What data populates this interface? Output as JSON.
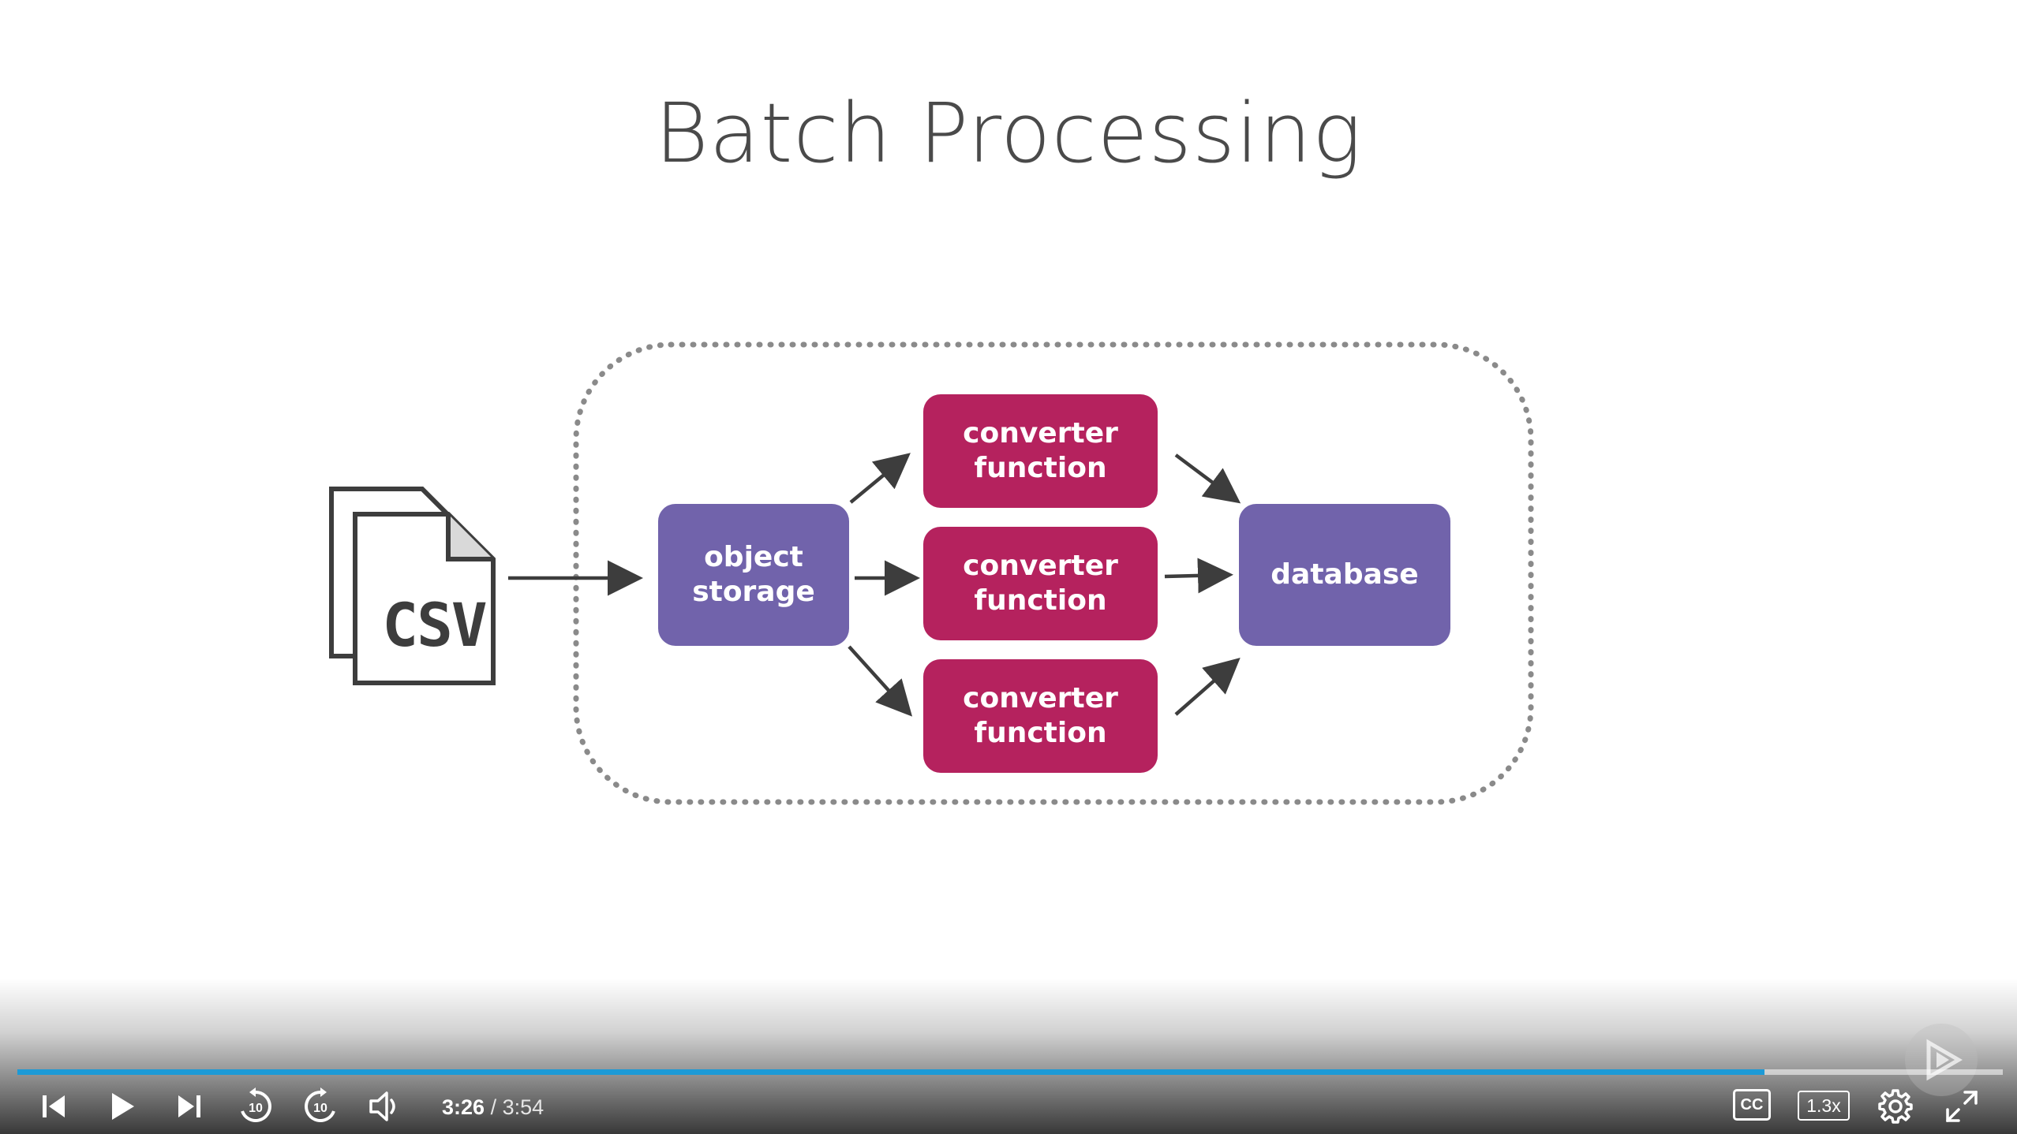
{
  "slide": {
    "title": "Batch Processing"
  },
  "diagram": {
    "source_icon": "csv-files-icon",
    "source_label": "CSV",
    "object_storage": "object\nstorage",
    "converters": [
      "converter\nfunction",
      "converter\nfunction",
      "converter\nfunction"
    ],
    "database": "database",
    "colors": {
      "purple": "#7163ab",
      "magenta": "#b5225e",
      "arrow": "#3d3d3d",
      "boundary": "#8a8a8a"
    }
  },
  "player": {
    "current_time": "3:26",
    "separator": "/",
    "duration": "3:54",
    "progress": 0.88,
    "speed": "1.3x",
    "captions_label": "CC",
    "progress_color": "#1d9ad6",
    "icons": {
      "previous": "skip-previous-icon",
      "play": "play-icon",
      "next": "skip-next-icon",
      "rewind": "rewind-10-icon",
      "forward": "forward-10-icon",
      "volume": "volume-icon",
      "captions": "closed-captions-icon",
      "settings": "gear-icon",
      "fullscreen": "fullscreen-icon"
    }
  }
}
